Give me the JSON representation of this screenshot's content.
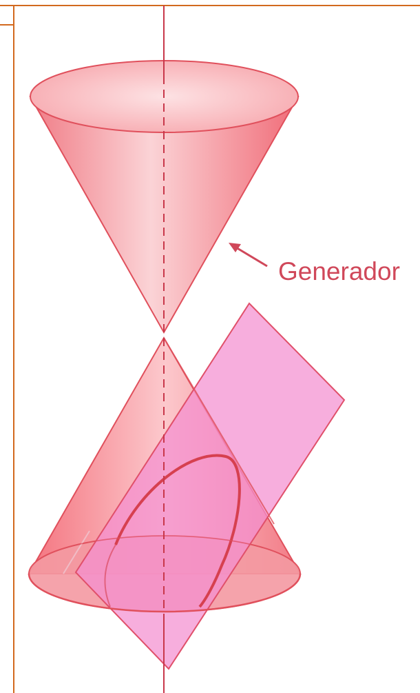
{
  "diagram": {
    "labels": {
      "generator": "Generador"
    },
    "colors": {
      "frame": "#d2691e",
      "cone_fill": "#f8a3a8",
      "cone_edge": "#e0505c",
      "axis": "#c8374a",
      "plane_fill": "#f48fd0",
      "plane_edge": "#e0506a",
      "section_curve": "#d6404f",
      "label": "#d0485a",
      "arrow": "#d0485a"
    },
    "elements": {
      "axis": "axis-of-cone",
      "upper_nappe": "upper-cone-nappe",
      "lower_nappe": "lower-cone-nappe",
      "plane": "cutting-plane",
      "curve": "parabola-section"
    }
  }
}
